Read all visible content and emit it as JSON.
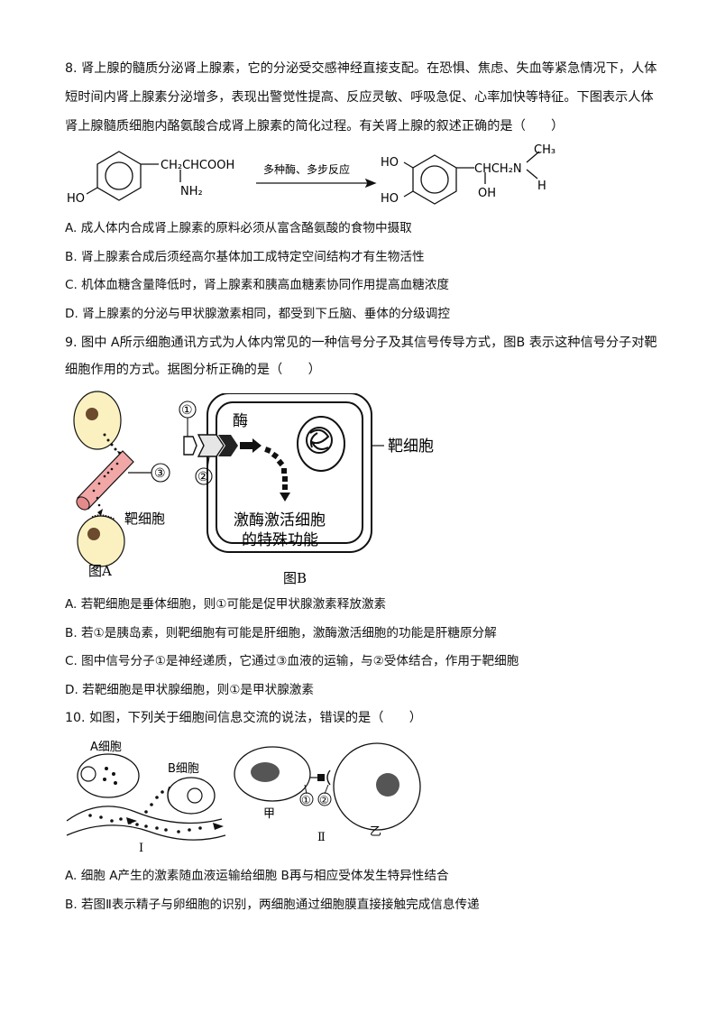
{
  "q8": {
    "lines": [
      "8. 肾上腺的髓质分泌肾上腺素，它的分泌受交感神经直接支配。在恐惧、焦虑、失血等紧急情况下，人体",
      "短时间内肾上腺素分泌增多，表现出警觉性提高、反应灵敏、呼吸急促、心率加快等特征。下图表示人体",
      "肾上腺髓质细胞内酪氨酸合成肾上腺素的简化过程。有关肾上腺的叙述正确的是（　　）"
    ],
    "figure": {
      "left_side_chain": "CH₂CHCOOH",
      "left_nh2": "NH₂",
      "left_ho": "HO",
      "arrow_label": "多种酶、多步反应",
      "right_ho_top": "HO",
      "right_ho_bottom": "HO",
      "right_side_chain": "CHCH₂N",
      "right_oh": "OH",
      "right_ch3": "CH₃",
      "right_h": "H"
    },
    "options": [
      "A. 成人体内合成肾上腺素的原料必须从富含酪氨酸的食物中摄取",
      "B. 肾上腺素合成后须经高尔基体加工成特定空间结构才有生物活性",
      "C. 机体血糖含量降低时，肾上腺素和胰高血糖素协同作用提高血糖浓度",
      "D. 肾上腺素的分泌与甲状腺激素相同，都受到下丘脑、垂体的分级调控"
    ]
  },
  "q9": {
    "lines": [
      "9. 图中 A所示细胞通讯方式为人体内常见的一种信号分子及其信号传导方式，图B 表示这种信号分子对靶",
      "细胞作用的方式。据图分析正确的是（　　）"
    ],
    "figure": {
      "label_1": "①",
      "label_2": "②",
      "label_3": "③",
      "enzyme": "酶",
      "target_cell_a": "靶细胞",
      "target_cell_b": "靶细胞",
      "activation_line1": "激酶激活细胞",
      "activation_line2": "的特殊功能",
      "caption_a": "图A",
      "caption_b": "图B"
    },
    "options": [
      "A. 若靶细胞是垂体细胞，则①可能是促甲状腺激素释放激素",
      "B. 若①是胰岛素，则靶细胞有可能是肝细胞，激酶激活细胞的功能是肝糖原分解",
      "C. 图中信号分子①是神经递质，它通过③血液的运输，与②受体结合，作用于靶细胞",
      "D. 若靶细胞是甲状腺细胞，则①是甲状腺激素"
    ]
  },
  "q10": {
    "line": "10. 如图，下列关于细胞间信息交流的说法，错误的是（　　）",
    "figure": {
      "cell_a": "A细胞",
      "cell_b": "B细胞",
      "label_i": "Ⅰ",
      "label_ii": "Ⅱ",
      "jia": "甲",
      "yi": "乙",
      "label_1": "①",
      "label_2": "②"
    },
    "options": [
      "A. 细胞 A产生的激素随血液运输给细胞 B再与相应受体发生特异性结合",
      "B. 若图Ⅱ表示精子与卵细胞的识别，两细胞通过细胞膜直接接触完成信息传递"
    ]
  }
}
